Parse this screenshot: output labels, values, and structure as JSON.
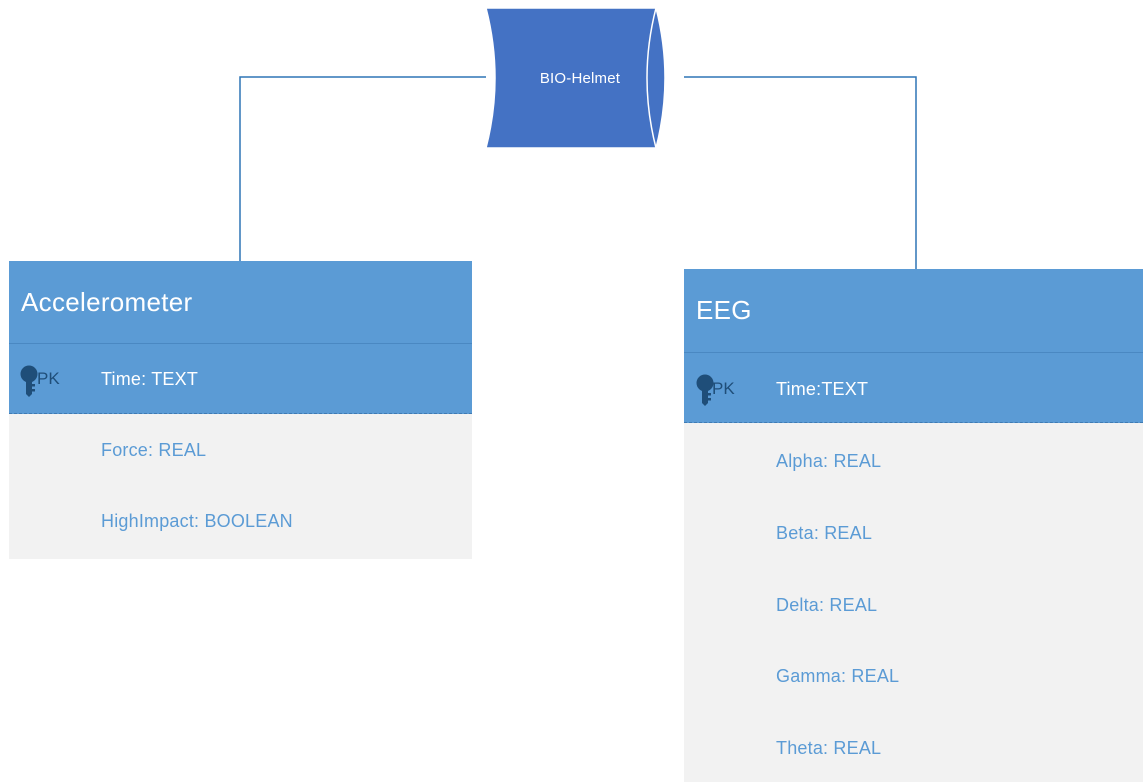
{
  "database": {
    "label": "BIO-Helmet",
    "fill_color": "#4472c4",
    "icon": "cylinder-icon"
  },
  "connector_color": "#2e75b6",
  "entities": [
    {
      "name": "Accelerometer",
      "header_color": "#5b9bd5",
      "body_color": "#f2f2f2",
      "pk": {
        "tag": "PK",
        "icon": "key-icon",
        "field": "Time: TEXT"
      },
      "fields": [
        "Force: REAL",
        "HighImpact: BOOLEAN"
      ]
    },
    {
      "name": "EEG",
      "header_color": "#5b9bd5",
      "body_color": "#f2f2f2",
      "pk": {
        "tag": "PK",
        "icon": "key-icon",
        "field": "Time:TEXT"
      },
      "fields": [
        "Alpha: REAL",
        "Beta: REAL",
        "Delta: REAL",
        "Gamma: REAL",
        "Theta: REAL"
      ]
    }
  ]
}
